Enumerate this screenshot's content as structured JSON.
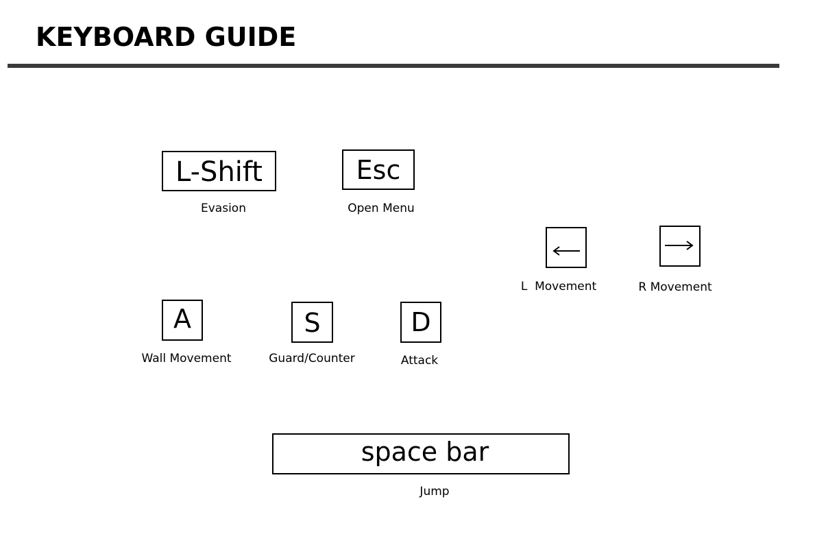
{
  "title": "KEYBOARD GUIDE",
  "keys": {
    "lshift": {
      "label": "L-Shift",
      "action": "Evasion"
    },
    "esc": {
      "label": "Esc",
      "action": "Open Menu"
    },
    "left": {
      "icon": "left-arrow-icon",
      "action": "L  Movement"
    },
    "right": {
      "icon": "right-arrow-icon",
      "action": "R Movement"
    },
    "a": {
      "label": "A",
      "action": "Wall Movement"
    },
    "s": {
      "label": "S",
      "action": "Guard/Counter"
    },
    "d": {
      "label": "D",
      "action": "Attack"
    },
    "space": {
      "label": "space bar",
      "action": "Jump"
    }
  }
}
